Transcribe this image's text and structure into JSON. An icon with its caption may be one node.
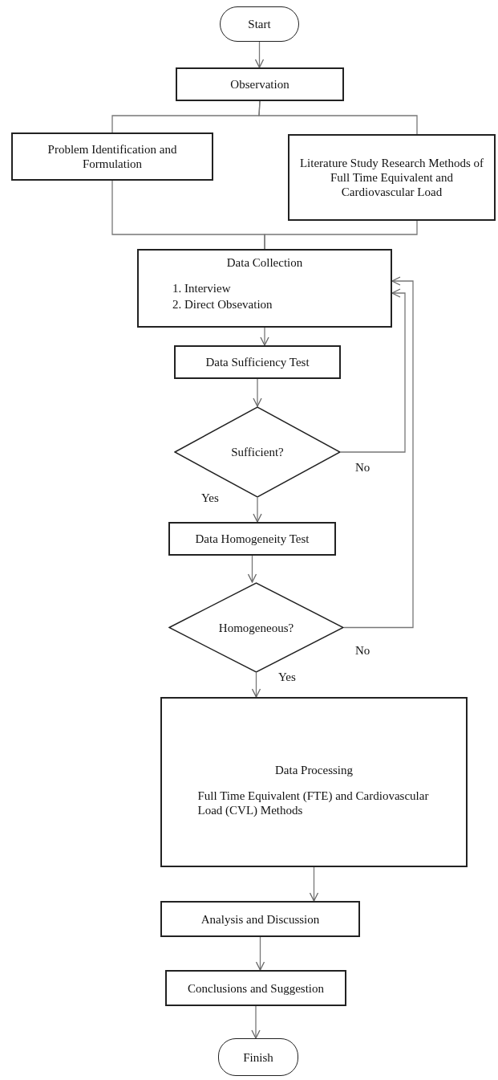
{
  "diagram": {
    "nodes": [
      {
        "text": [
          "Start"
        ]
      },
      {
        "text": [
          "Observation"
        ]
      },
      {
        "text": [
          "Problem Identification and Formulation"
        ]
      },
      {
        "text": [
          "Literature Study Research Methods of Full Time Equivalent and Cardiovascular Load"
        ]
      },
      {
        "text": [
          "Data Collection",
          "1. Interview",
          "2. Direct Obsevation"
        ]
      },
      {
        "text": [
          "Data Sufficiency Test"
        ]
      },
      {
        "text": [
          "Sufficient?"
        ]
      },
      {
        "text": [
          "Data Homogeneity Test"
        ]
      },
      {
        "text": [
          "Homogeneous?"
        ]
      },
      {
        "text": [
          "Data Processing",
          "Full Time Equivalent (FTE) and Cardiovascular Load (CVL) Methods"
        ]
      },
      {
        "text": [
          "Analysis and Discussion"
        ]
      },
      {
        "text": [
          "Conclusions and Suggestion"
        ]
      },
      {
        "text": [
          "Finish"
        ]
      }
    ],
    "edges": [
      {
        "from": 0,
        "to": 1,
        "arrow": "to"
      },
      {
        "from": 1,
        "to": 2,
        "arrow": "none"
      },
      {
        "from": 1,
        "to": 3,
        "arrow": "none"
      },
      {
        "from": 2,
        "to": 4,
        "arrow": "none"
      },
      {
        "from": 3,
        "to": 4,
        "arrow": "none"
      },
      {
        "from": 4,
        "to": 5,
        "arrow": "to"
      },
      {
        "from": 5,
        "to": 6,
        "arrow": "to"
      },
      {
        "from": 6,
        "to": 7,
        "arrow": "to",
        "label": "Yes"
      },
      {
        "from": 6,
        "to": 4,
        "arrow": "to",
        "label": "No"
      },
      {
        "from": 7,
        "to": 8,
        "arrow": "to"
      },
      {
        "from": 8,
        "to": 4,
        "arrow": "to",
        "label": "No"
      },
      {
        "from": 8,
        "to": 9,
        "arrow": "to",
        "label": "Yes"
      },
      {
        "from": 9,
        "to": 10,
        "arrow": "to"
      },
      {
        "from": 10,
        "to": 11,
        "arrow": "to"
      },
      {
        "from": 11,
        "to": 12,
        "arrow": "to"
      }
    ]
  }
}
